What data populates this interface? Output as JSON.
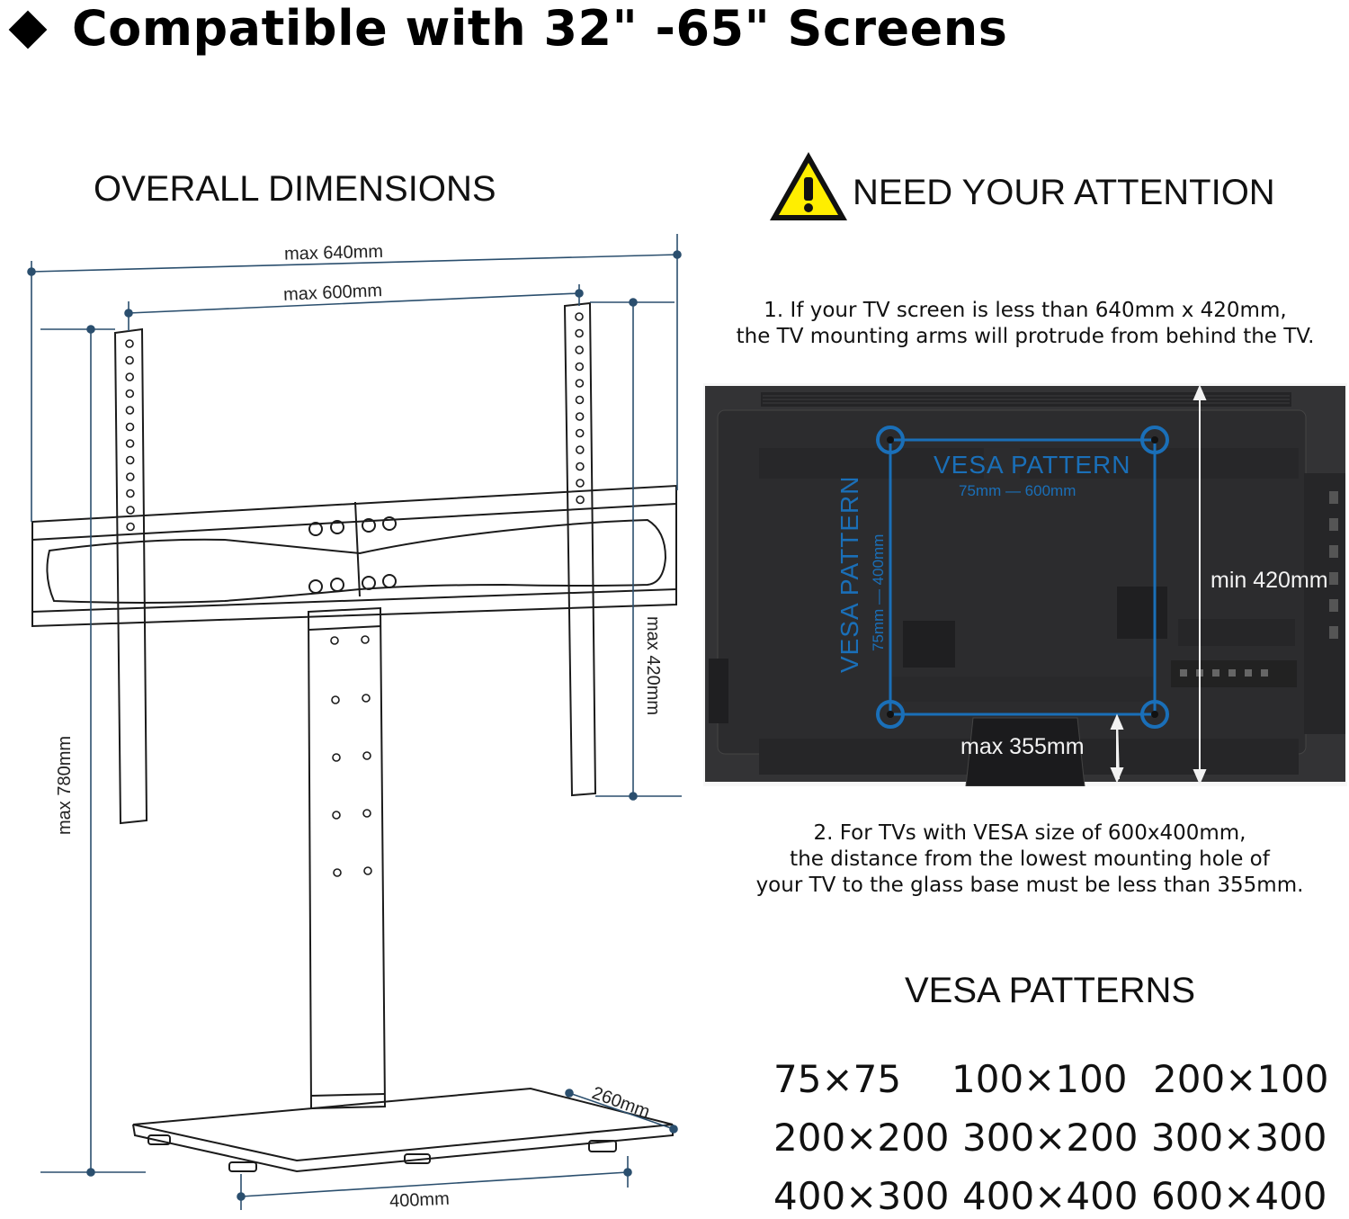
{
  "headline": {
    "title": "Compatible with 32\" -65\" Screens"
  },
  "dimensions": {
    "heading": "OVERALL DIMENSIONS",
    "labels": {
      "max_width_outer": "max 640mm",
      "max_width_inner": "max 600mm",
      "max_height_arm": "max 420mm",
      "max_height_total": "max 780mm",
      "base_depth": "260mm",
      "base_width": "400mm"
    }
  },
  "attention": {
    "heading": "NEED YOUR ATTENTION",
    "note1": {
      "line1": "1. If your TV screen is less than 640mm x 420mm,",
      "line2": "the TV mounting arms will protrude from behind the TV."
    },
    "tv_labels": {
      "vesa_horizontal": "VESA PATTERN",
      "vesa_horizontal_range": "75mm  —  600mm",
      "vesa_vertical": "VESA PATTERN",
      "vesa_vertical_range": "75mm  —  400mm",
      "min_height": "min 420mm",
      "max_clearance": "max 355mm"
    },
    "note2": {
      "line1": "2. For TVs with VESA size of 600x400mm,",
      "line2": "the distance from the lowest mounting hole of",
      "line3": "your TV to the glass base must be less than 355mm."
    }
  },
  "vesa_patterns": {
    "heading": "VESA PATTERNS",
    "rows": [
      [
        "75×75",
        "100×100",
        "200×100"
      ],
      [
        "200×200",
        "300×200",
        "300×300"
      ],
      [
        "400×300",
        "400×400",
        "600×400"
      ]
    ]
  },
  "colors": {
    "dimension_line": "#2b4f6e",
    "vesa_blue": "#1a6fb8",
    "warning_yellow": "#ffee00",
    "tv_body": "#3a3a3c"
  }
}
